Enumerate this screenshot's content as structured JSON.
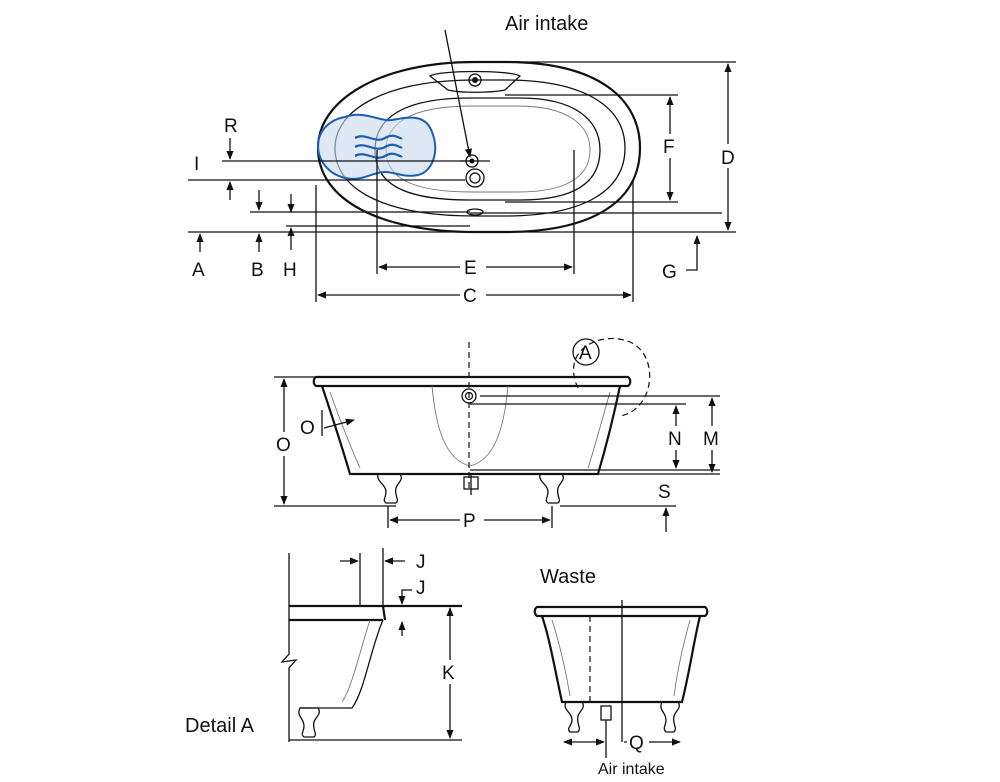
{
  "captions": {
    "air_intake_top": "Air intake",
    "detail_a": "Detail A",
    "waste": "Waste",
    "air_intake_bottom": "Air intake"
  },
  "labels": {
    "A": "A",
    "B": "B",
    "C": "C",
    "D": "D",
    "E": "E",
    "F": "F",
    "G": "G",
    "H": "H",
    "I": "I",
    "J": "J",
    "K": "K",
    "M": "M",
    "N": "N",
    "O": "O",
    "P": "P",
    "Q": "Q",
    "R": "R",
    "S": "S"
  },
  "colors": {
    "line": "#111111",
    "whirlpool_icon": "#1a5fb4",
    "whirlpool_fill": "#c9d8ef"
  }
}
